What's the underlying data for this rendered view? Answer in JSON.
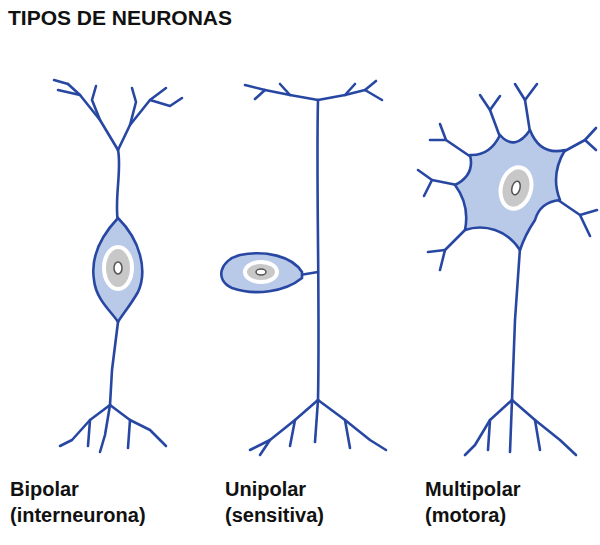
{
  "diagram": {
    "title": "TIPOS DE NEURONAS",
    "labels": [
      "Bipolar (interneurona)",
      "Unipolar (sensitiva)",
      "Multipolar (motora)"
    ]
  }
}
